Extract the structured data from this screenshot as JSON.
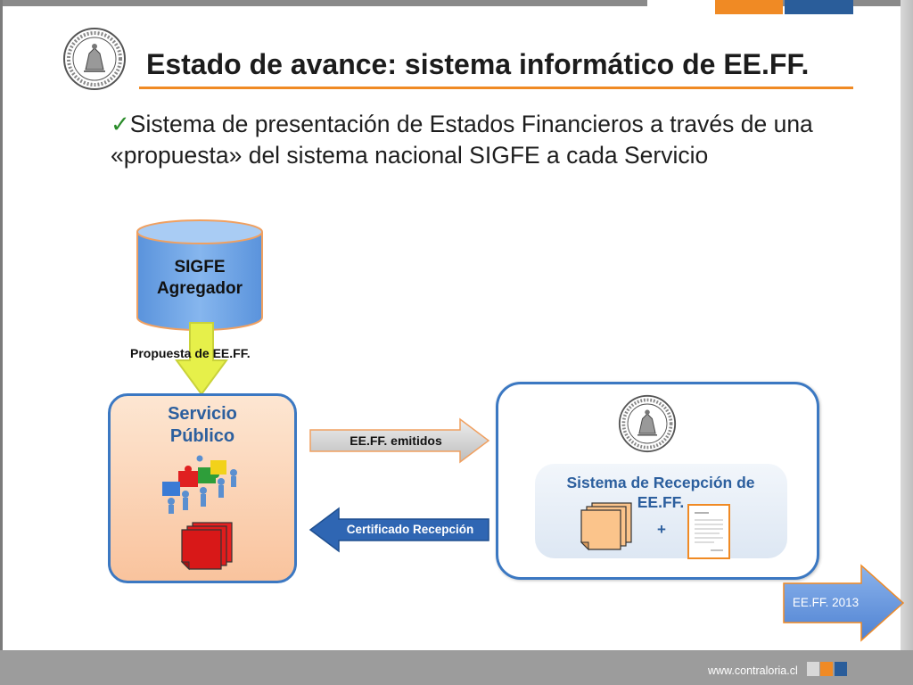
{
  "title": "Estado de avance: sistema informático de EE.FF.",
  "bullet": {
    "check_glyph": "✓",
    "text": "Sistema de presentación de Estados Financieros a través de una «propuesta» del sistema nacional  SIGFE a cada Servicio"
  },
  "diagram": {
    "sigfe": {
      "line1": "SIGFE",
      "line2": "Agregador"
    },
    "propuesta_label": "Propuesta de EE.FF.",
    "servicio": {
      "line1": "Servicio",
      "line2": "Público"
    },
    "emitidos_label": "EE.FF. emitidos",
    "certificado_label": "Certificado Recepción",
    "recepcion": {
      "title": "Sistema de Recepción de EE.FF.",
      "plus": "+"
    },
    "next_button": "EE.FF. 2013"
  },
  "footer": {
    "url": "www.contraloria.cl"
  },
  "icons": {
    "seal": "contraloria-seal-icon",
    "puzzle": "puzzle-people-icon",
    "documents": "document-stack-icon",
    "certificate": "certificate-document-icon"
  },
  "colors": {
    "accent_orange": "#f08a24",
    "accent_blue": "#2a5d9a",
    "box_border": "#3b78c2",
    "cylinder_blue": "#6fa5e6",
    "doc_red": "#d81818",
    "doc_orange": "#fbc48b",
    "arrow_yellow": "#e6f04a",
    "footer_grey": "#9c9c9c"
  }
}
